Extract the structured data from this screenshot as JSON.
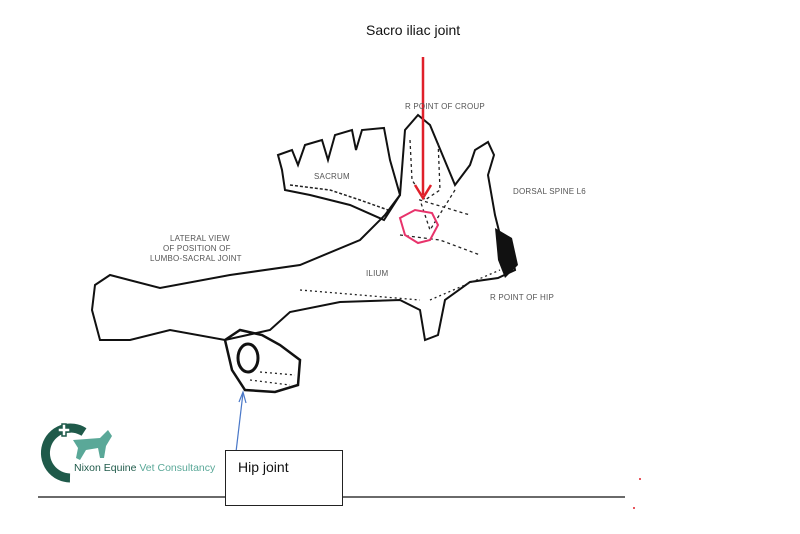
{
  "annotations": {
    "sacroiliac_title": "Sacro iliac joint",
    "hip_joint_label": "Hip joint"
  },
  "diagram_labels": {
    "point_of_croup": "R POINT OF CROUP",
    "sacrum": "SACRUM",
    "dorsal_spine": "DORSAL SPINE L6",
    "lateral_view_1": "LATERAL VIEW",
    "lateral_view_2": "OF POSITION OF",
    "lateral_view_3": "LUMBO-SACRAL JOINT",
    "ilium": "ILIUM",
    "point_of_hip": "R POINT OF HIP"
  },
  "logo": {
    "name_part1": "Nixon Equine",
    "name_part2": " Vet Consultancy"
  },
  "colors": {
    "arrow_red": "#e0202a",
    "arrow_blue": "#4a78c8",
    "joint_outline": "#e8336b",
    "logo_dark": "#1f5a4a",
    "logo_light": "#5aa898"
  }
}
